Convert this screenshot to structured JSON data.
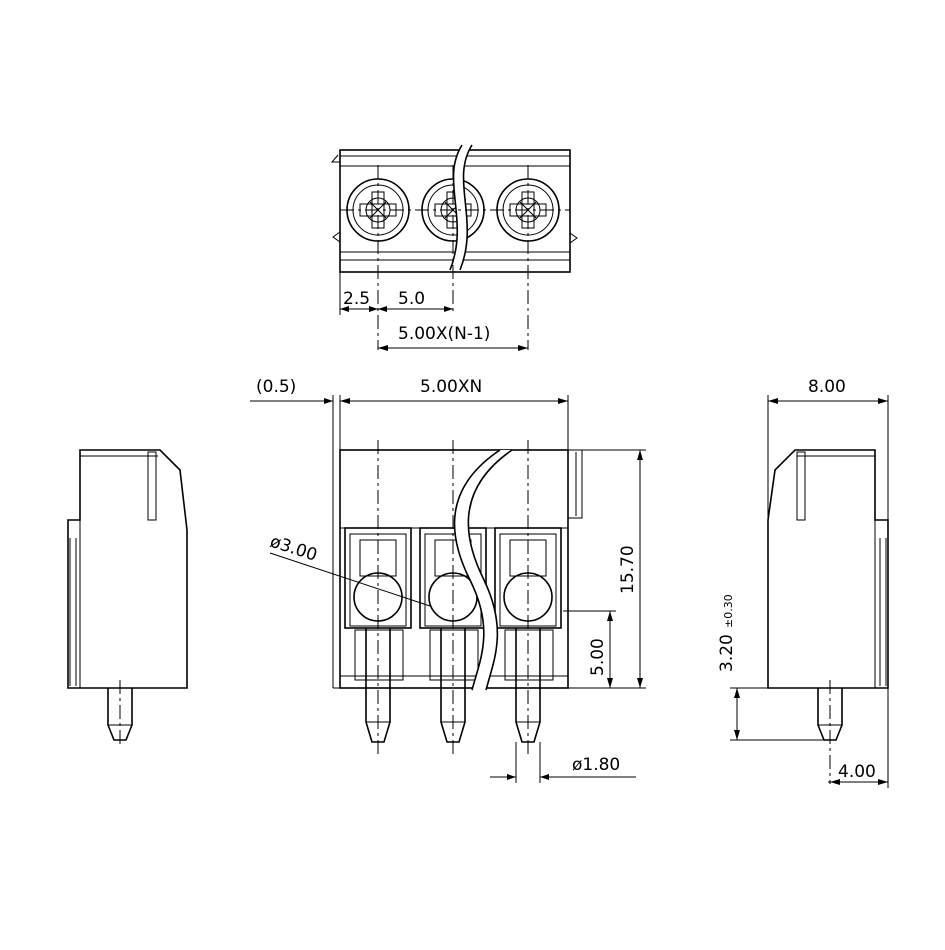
{
  "dimensions": {
    "half_pitch": "2.5",
    "pitch": "5.0",
    "pitch_span": "5.00X(N-1)",
    "offset": "(0.5)",
    "overall_width": "5.00XN",
    "body_height": "15.70",
    "pin_height": "5.00",
    "hole_diameter": "ø3.00",
    "pin_diameter": "ø1.80",
    "side_depth": "8.00",
    "pin_length": "3.20",
    "pin_length_tolerance": "±0.30",
    "pin_offset": "4.00"
  },
  "views": {
    "top": {
      "terminal_count": 3
    },
    "front": {
      "terminal_count": 3
    }
  }
}
